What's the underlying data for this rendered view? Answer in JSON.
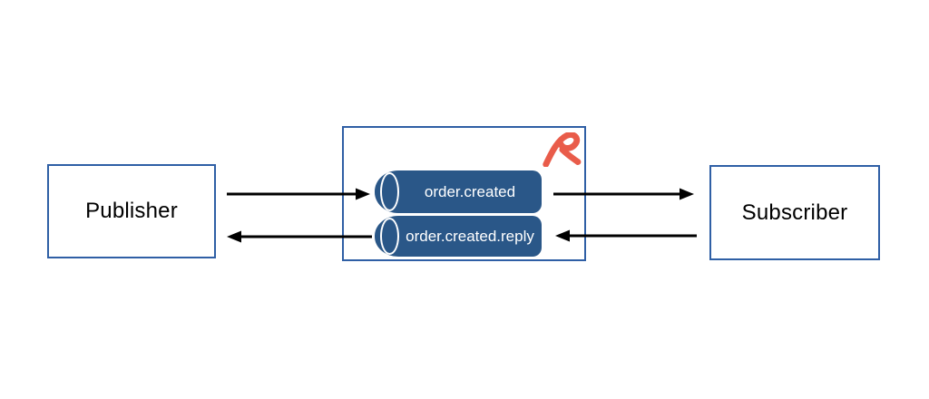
{
  "diagram": {
    "publisher": {
      "label": "Publisher"
    },
    "subscriber": {
      "label": "Subscriber"
    },
    "broker": {
      "logo_icon": "rebus-logo-icon",
      "queues": [
        {
          "label": "order.created"
        },
        {
          "label": "order.created.reply"
        }
      ]
    },
    "arrows": [
      {
        "name": "publisher-to-queue",
        "direction": "right"
      },
      {
        "name": "queue-to-publisher",
        "direction": "left"
      },
      {
        "name": "queue-to-subscriber",
        "direction": "right"
      },
      {
        "name": "subscriber-to-queue",
        "direction": "left"
      }
    ],
    "colors": {
      "box_border": "#2f5fa5",
      "cylinder_fill": "#2a5788",
      "logo_orange": "#e95c4a",
      "arrow": "#000000",
      "background": "#ffffff",
      "queue_text": "#ffffff",
      "node_text": "#000000"
    }
  }
}
